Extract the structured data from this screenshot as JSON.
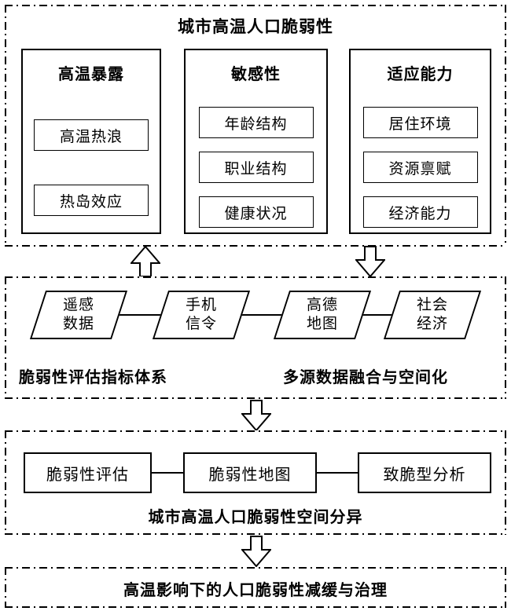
{
  "diagram": {
    "colors": {
      "line": "#000000",
      "background": "#ffffff"
    },
    "top": {
      "title": "城市高温人口脆弱性",
      "columns": [
        {
          "title": "高温暴露",
          "items": [
            "高温热浪",
            "热岛效应"
          ]
        },
        {
          "title": "敏感性",
          "items": [
            "年龄结构",
            "职业结构",
            "健康状况"
          ]
        },
        {
          "title": "适应能力",
          "items": [
            "居住环境",
            "资源禀赋",
            "经济能力"
          ]
        }
      ]
    },
    "data_layer": {
      "parallelograms": [
        "遥感\n数据",
        "手机\n信令",
        "高德\n地图",
        "社会\n经济"
      ],
      "label_left": "脆弱性评估指标体系",
      "label_right": "多源数据融合与空间化"
    },
    "result_layer": {
      "boxes": [
        "脆弱性评估",
        "脆弱性地图",
        "致脆型分析"
      ],
      "label": "城市高温人口脆弱性空间分异"
    },
    "bottom": {
      "label": "高温影响下的人口脆弱性减缓与治理"
    },
    "icons": {
      "up_arrow": "hollow-up-arrow",
      "down_arrow": "hollow-down-arrow"
    }
  }
}
